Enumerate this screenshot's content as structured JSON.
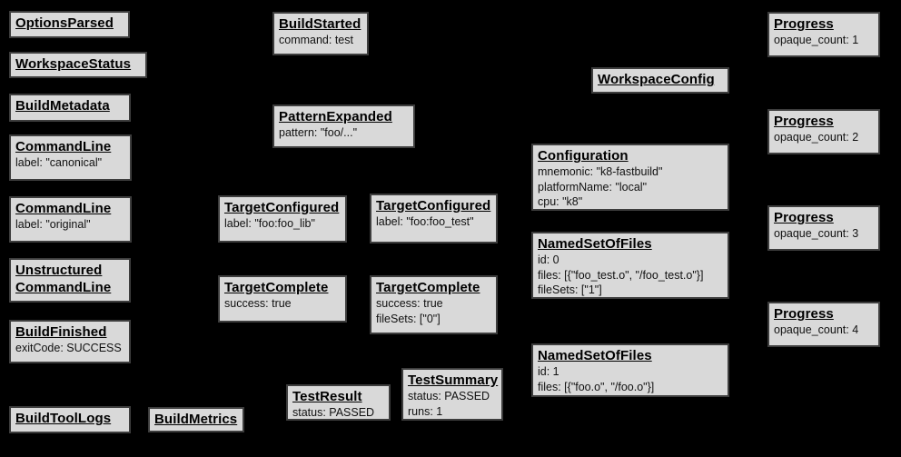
{
  "diagram": {
    "description": "Build event protocol event graph",
    "colors": {
      "background": "#000000",
      "box_fill": "#d9d9d9",
      "box_border": "#3d3d3d",
      "title_text": "#000000",
      "body_text": "#111111"
    },
    "boxes": [
      {
        "id": "options-parsed",
        "title": "OptionsParsed",
        "lines": []
      },
      {
        "id": "workspace-status",
        "title": "WorkspaceStatus",
        "lines": []
      },
      {
        "id": "build-metadata",
        "title": "BuildMetadata",
        "lines": []
      },
      {
        "id": "command-line-canonical",
        "title": "CommandLine",
        "lines": [
          "label: \"canonical\""
        ]
      },
      {
        "id": "command-line-original",
        "title": "CommandLine",
        "lines": [
          "label: \"original\""
        ]
      },
      {
        "id": "unstructured-command-line",
        "title": "Unstructured CommandLine",
        "lines": []
      },
      {
        "id": "build-finished",
        "title": "BuildFinished",
        "lines": [
          "exitCode: SUCCESS"
        ]
      },
      {
        "id": "build-tool-logs",
        "title": "BuildToolLogs",
        "lines": []
      },
      {
        "id": "build-metrics",
        "title": "BuildMetrics",
        "lines": []
      },
      {
        "id": "build-started",
        "title": "BuildStarted",
        "lines": [
          "command: test"
        ]
      },
      {
        "id": "pattern-expanded",
        "title": "PatternExpanded",
        "lines": [
          "pattern: \"foo/...\""
        ]
      },
      {
        "id": "target-configured-lib",
        "title": "TargetConfigured",
        "lines": [
          "label: \"foo:foo_lib\""
        ]
      },
      {
        "id": "target-configured-test",
        "title": "TargetConfigured",
        "lines": [
          "label: \"foo:foo_test\""
        ]
      },
      {
        "id": "target-complete-lib",
        "title": "TargetComplete",
        "lines": [
          "success: true"
        ]
      },
      {
        "id": "target-complete-test",
        "title": "TargetComplete",
        "lines": [
          "success: true",
          "fileSets: [\"0\"]"
        ]
      },
      {
        "id": "test-result",
        "title": "TestResult",
        "lines": [
          "status: PASSED"
        ]
      },
      {
        "id": "test-summary",
        "title": "TestSummary",
        "lines": [
          "status: PASSED",
          "runs: 1"
        ]
      },
      {
        "id": "workspace-config",
        "title": "WorkspaceConfig",
        "lines": []
      },
      {
        "id": "configuration",
        "title": "Configuration",
        "lines": [
          "mnemonic: \"k8-fastbuild\"",
          "platformName: \"local\"",
          "cpu: \"k8\""
        ]
      },
      {
        "id": "named-set-of-files-0",
        "title": "NamedSetOfFiles",
        "lines": [
          "id: 0",
          "files: [{\"foo_test.o\", \"/foo_test.o\"}]",
          "fileSets: [\"1\"]"
        ]
      },
      {
        "id": "named-set-of-files-1",
        "title": "NamedSetOfFiles",
        "lines": [
          "id: 1",
          "files: [{\"foo.o\", \"/foo.o\"}]"
        ]
      },
      {
        "id": "progress-1",
        "title": "Progress",
        "lines": [
          "opaque_count: 1"
        ]
      },
      {
        "id": "progress-2",
        "title": "Progress",
        "lines": [
          "opaque_count: 2"
        ]
      },
      {
        "id": "progress-3",
        "title": "Progress",
        "lines": [
          "opaque_count: 3"
        ]
      },
      {
        "id": "progress-4",
        "title": "Progress",
        "lines": [
          "opaque_count: 4"
        ]
      }
    ]
  }
}
